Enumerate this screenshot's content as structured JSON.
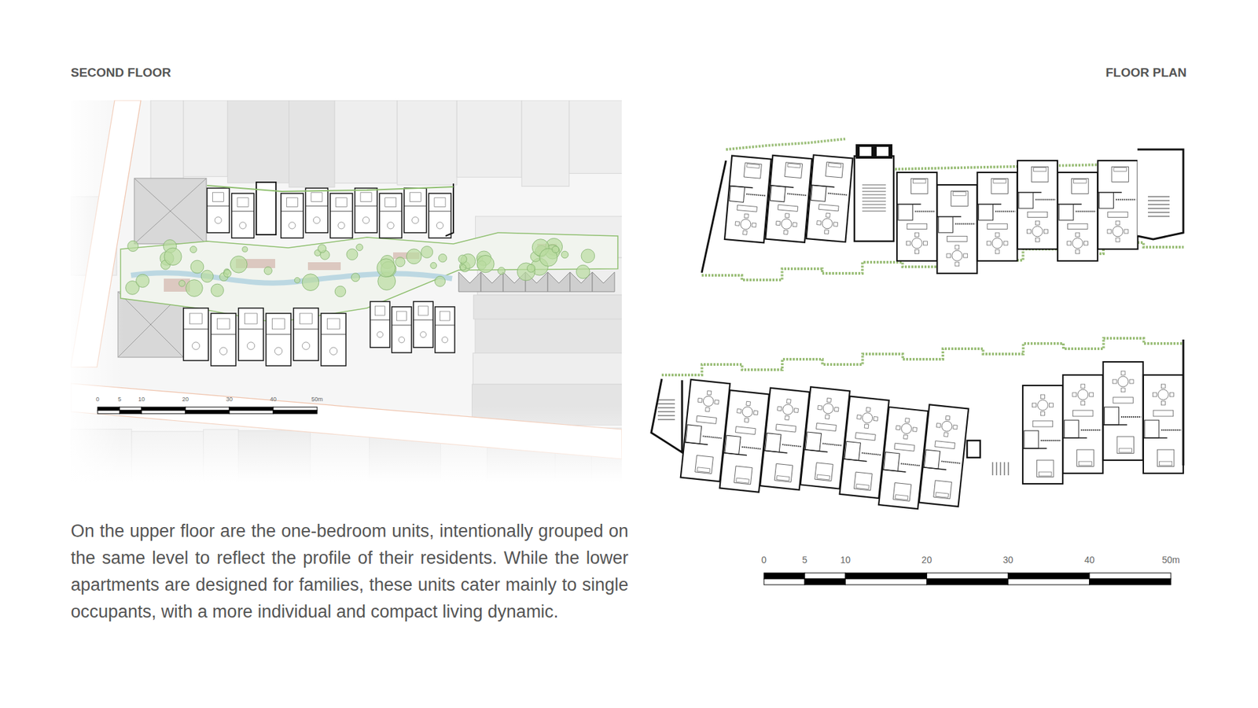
{
  "diagram": {
    "caption": "On the upper floor are the one-bedroom units, intentionally grouped on the same level to reflect the profile of their residents. While the lower apartments are designed for families, these units cater mainly to single occupants, with a more individual and compact living dynamic.",
    "labels": [
      "SECOND FLOOR",
      "FLOOR PLAN",
      "0",
      "5",
      "10",
      "20",
      "30",
      "40",
      "50m",
      "0",
      "5",
      "10",
      "20",
      "30",
      "40",
      "50m"
    ]
  }
}
